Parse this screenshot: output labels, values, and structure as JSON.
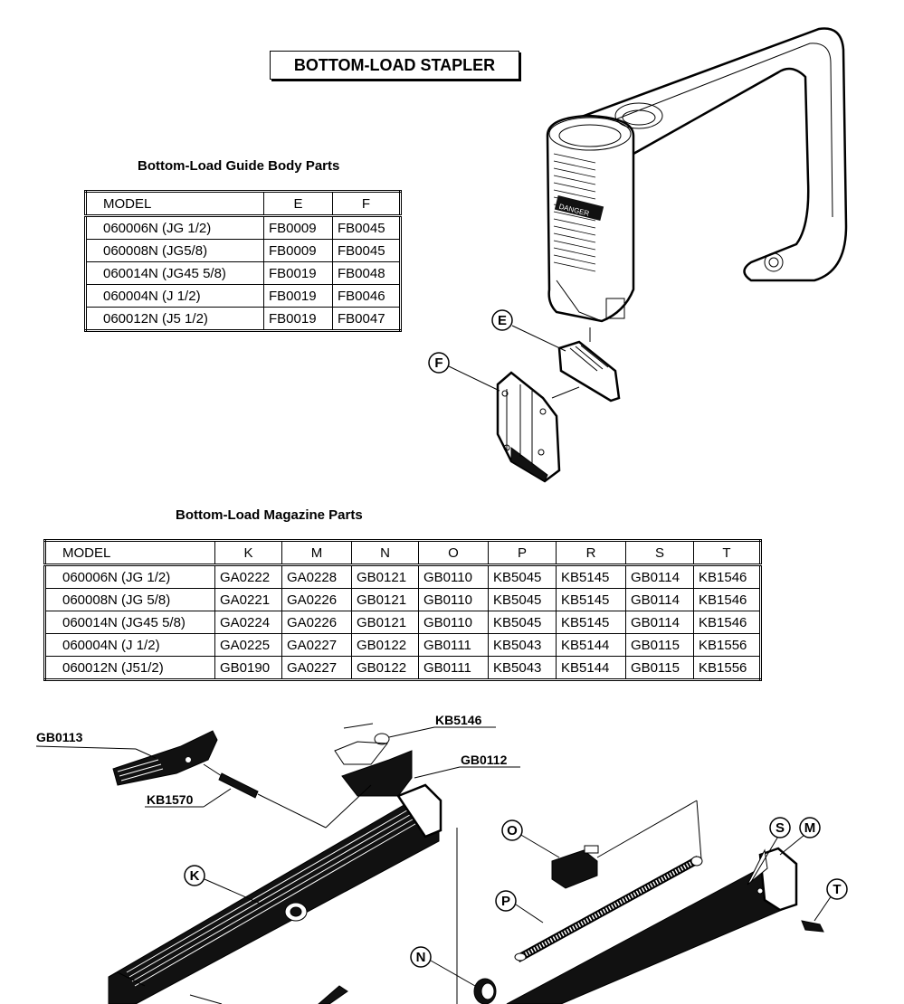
{
  "title": "BOTTOM-LOAD STAPLER",
  "guide_body": {
    "heading": "Bottom-Load Guide Body Parts",
    "columns": [
      "MODEL",
      "E",
      "F"
    ],
    "rows": [
      [
        "060006N (JG 1/2)",
        "FB0009",
        "FB0045"
      ],
      [
        "060008N (JG5/8)",
        "FB0009",
        "FB0045"
      ],
      [
        "060014N (JG45 5/8)",
        "FB0019",
        "FB0048"
      ],
      [
        "060004N (J 1/2)",
        "FB0019",
        "FB0046"
      ],
      [
        "060012N (J5 1/2)",
        "FB0019",
        "FB0047"
      ]
    ]
  },
  "magazine": {
    "heading": "Bottom-Load Magazine Parts",
    "columns": [
      "MODEL",
      "K",
      "M",
      "N",
      "O",
      "P",
      "R",
      "S",
      "T"
    ],
    "rows": [
      [
        "060006N (JG 1/2)",
        "GA0222",
        "GA0228",
        "GB0121",
        "GB0110",
        "KB5045",
        "KB5145",
        "GB0114",
        "KB1546"
      ],
      [
        "060008N (JG 5/8)",
        "GA0221",
        "GA0226",
        "GB0121",
        "GB0110",
        "KB5045",
        "KB5145",
        "GB0114",
        "KB1546"
      ],
      [
        "060014N (JG45 5/8)",
        "GA0224",
        "GA0226",
        "GB0121",
        "GB0110",
        "KB5045",
        "KB5145",
        "GB0114",
        "KB1546"
      ],
      [
        "060004N (J 1/2)",
        "GA0225",
        "GA0227",
        "GB0122",
        "GB0111",
        "KB5043",
        "KB5144",
        "GB0115",
        "KB1556"
      ],
      [
        "060012N (J51/2)",
        "GB0190",
        "GA0227",
        "GB0122",
        "GB0111",
        "KB5043",
        "KB5144",
        "GB0115",
        "KB1556"
      ]
    ]
  },
  "diagram": {
    "danger_label": "DANGER",
    "callouts": {
      "E": "E",
      "F": "F",
      "K": "K",
      "O": "O",
      "P": "P",
      "N": "N",
      "S": "S",
      "M": "M",
      "T": "T"
    },
    "part_labels": {
      "gb0113": "GB0113",
      "kb5146": "KB5146",
      "gb0112": "GB0112",
      "kb1570": "KB1570"
    }
  }
}
